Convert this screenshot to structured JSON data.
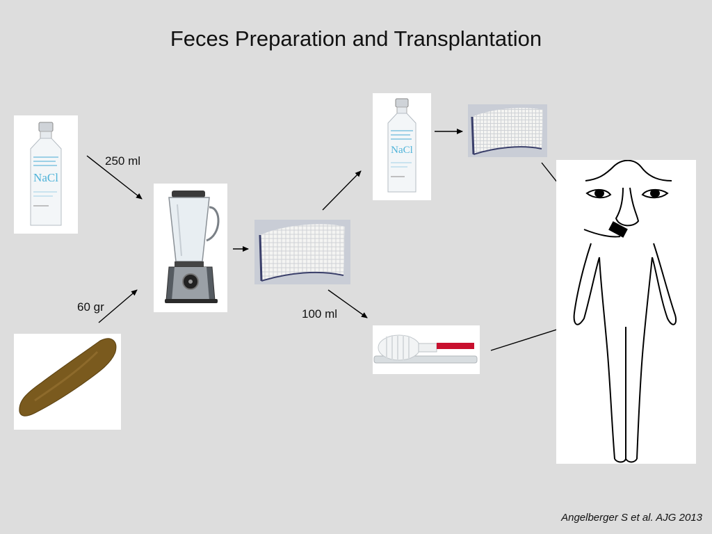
{
  "slide": {
    "title": "Feces Preparation and Transplantation",
    "citation": "Angelberger S et al. AJG 2013"
  },
  "labels": {
    "saline_volume": "250 ml",
    "stool_mass": "60 gr",
    "enema_volume": "100 ml"
  },
  "bottle_label": {
    "brand_text": "NaCl"
  },
  "colors": {
    "background": "#dddddd",
    "saline_text": "#4fb3d9",
    "stool": "#7a5a1e",
    "enema_tip": "#c8102e"
  }
}
